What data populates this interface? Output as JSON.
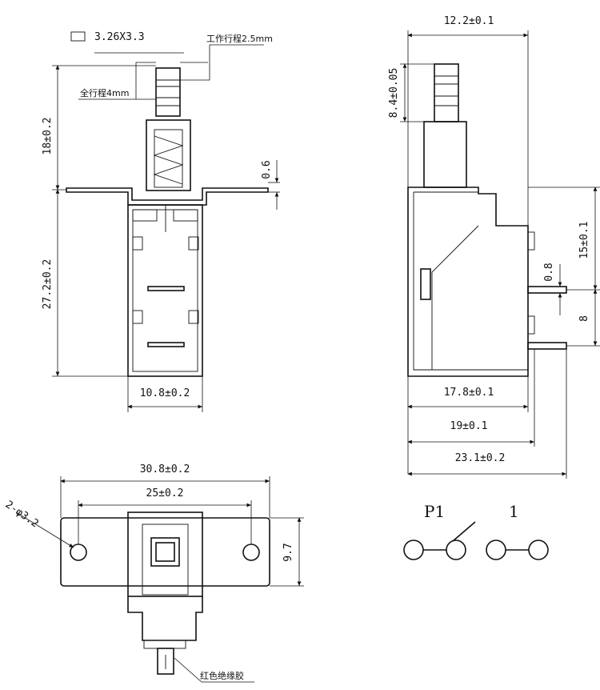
{
  "top_left": {
    "size_label": "3.26X3.3",
    "work_travel": "工作行程2.5mm",
    "full_travel": "全行程4mm",
    "dim_18": "18±0.2",
    "dim_06": "0.6",
    "dim_272": "27.2±0.2",
    "dim_108": "10.8±0.2"
  },
  "top_right": {
    "dim_122": "12.2±0.1",
    "dim_84": "8.4±0.05",
    "dim_15": "15±0.1",
    "dim_08": "0.8",
    "dim_8": "8",
    "dim_178": "17.8±0.1",
    "dim_19": "19±0.1",
    "dim_231": "23.1±0.2"
  },
  "bottom_left": {
    "dim_308": "30.8±0.2",
    "dim_25": "25±0.2",
    "hole_label": "2-φ3.2",
    "dim_97": "9.7",
    "insulation": "红色绝缘胶"
  },
  "schematic": {
    "label_p1": "P1",
    "label_1": "1"
  }
}
